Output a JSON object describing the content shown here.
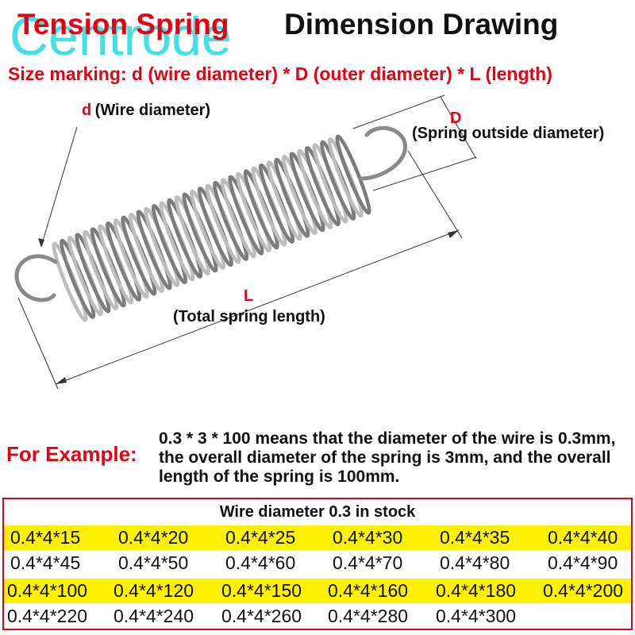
{
  "title": {
    "part1": "Tension Spring",
    "part2": "Dimension Drawing"
  },
  "watermark": "Centrode",
  "size_marking": "Size marking: d (wire diameter) * D (outer diameter) * L (length)",
  "labels": {
    "d_letter": "d",
    "d_text": "(Wire diameter)",
    "D_letter": "D",
    "D_text": "(Spring outside diameter)",
    "L_letter": "L",
    "L_text": "(Total spring length)"
  },
  "example": {
    "label": "For Example:",
    "text": "0.3 * 3 * 100 means that the diameter of the wire is 0.3mm, the overall diameter of the spring is 3mm, and the overall length of the spring is 100mm."
  },
  "table": {
    "heading": "Wire diameter 0.3 in stock",
    "rows": [
      [
        "0.4*4*15",
        "0.4*4*20",
        "0.4*4*25",
        "0.4*4*30",
        "0.4*4*35",
        "0.4*4*40"
      ],
      [
        "0.4*4*45",
        "0.4*4*50",
        "0.4*4*60",
        "0.4*4*70",
        "0.4*4*80",
        "0.4*4*90"
      ],
      [
        "0.4*4*100",
        "0.4*4*120",
        "0.4*4*150",
        "0.4*4*160",
        "0.4*4*180",
        "0.4*4*200"
      ],
      [
        "0.4*4*220",
        "0.4*4*240",
        "0.4*4*260",
        "0.4*4*280",
        "0.4*4*300",
        ""
      ]
    ]
  },
  "colors": {
    "accent_red": "#e60012",
    "highlight_yellow": "#fff200",
    "watermark_cyan": "#3fe0e6"
  }
}
